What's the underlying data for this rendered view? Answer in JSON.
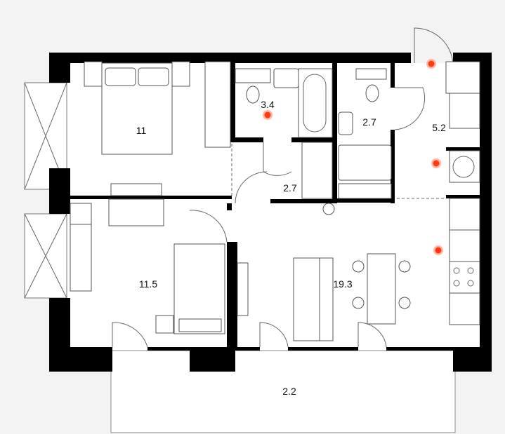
{
  "rooms": [
    {
      "id": "bedroom",
      "area": "11"
    },
    {
      "id": "bathroom-1",
      "area": "3.4"
    },
    {
      "id": "bathroom-2",
      "area": "2.7"
    },
    {
      "id": "storage",
      "area": "2.7"
    },
    {
      "id": "hallway",
      "area": "5.2"
    },
    {
      "id": "kids-room",
      "area": "11.5"
    },
    {
      "id": "living-kitchen",
      "area": "19.3"
    },
    {
      "id": "balcony",
      "area": "2.2"
    }
  ],
  "colors": {
    "accent": "#ff3b14",
    "wall": "#000000",
    "floor": "#ffffff",
    "background": "#f3f3f3"
  }
}
